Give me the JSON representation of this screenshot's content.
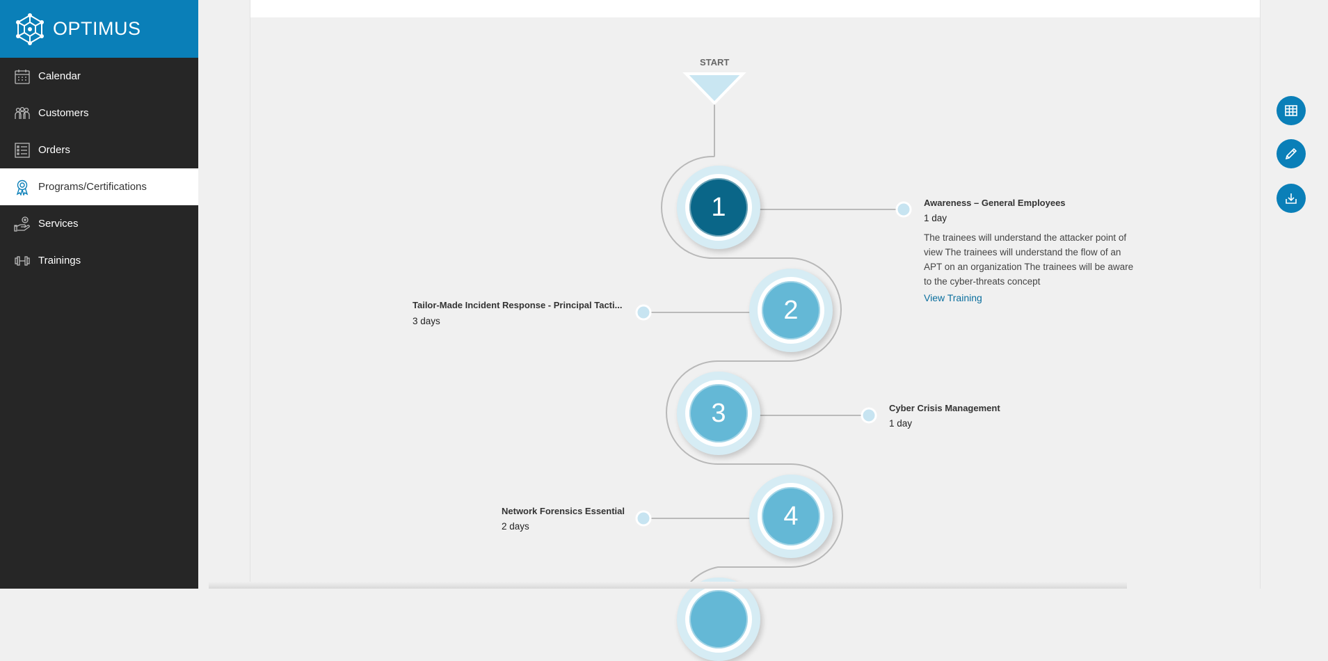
{
  "brand": {
    "name": "OPTIMUS"
  },
  "sidebar": {
    "items": [
      {
        "label": "Calendar",
        "icon": "calendar-icon"
      },
      {
        "label": "Customers",
        "icon": "customers-icon"
      },
      {
        "label": "Orders",
        "icon": "orders-icon"
      },
      {
        "label": "Programs/Certifications",
        "icon": "certificate-icon",
        "active": true
      },
      {
        "label": "Services",
        "icon": "services-icon"
      },
      {
        "label": "Trainings",
        "icon": "dumbbell-icon"
      }
    ]
  },
  "program": {
    "start_label": "START",
    "steps": [
      {
        "number": "1",
        "title": "Awareness – General Employees",
        "duration": "1 day",
        "description": "The trainees will understand the attacker point of view The trainees will understand the flow of an APT on an organization The trainees will be aware to the cyber-threats concept",
        "link": "View Training",
        "side": "right",
        "active": true
      },
      {
        "number": "2",
        "title": "Tailor-Made Incident Response - Principal Tacti...",
        "duration": "3 days",
        "side": "left"
      },
      {
        "number": "3",
        "title": "Cyber Crisis Management",
        "duration": "1 day",
        "side": "right"
      },
      {
        "number": "4",
        "title": "Network Forensics Essential",
        "duration": "2 days",
        "side": "left"
      }
    ]
  },
  "actions": [
    {
      "icon": "table-icon"
    },
    {
      "icon": "edit-icon"
    },
    {
      "icon": "download-icon"
    }
  ],
  "colors": {
    "brand": "#0a7fb8",
    "sidebar": "#262626",
    "active_step": "#0a6688",
    "step": "#64b8d6",
    "link": "#0b6f9e"
  }
}
